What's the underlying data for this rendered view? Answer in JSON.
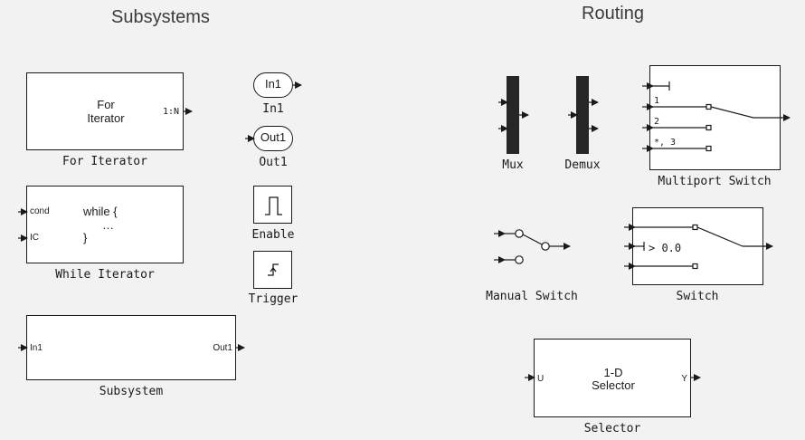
{
  "sections": {
    "subsystems_title": "Subsystems",
    "routing_title": "Routing"
  },
  "blocks": {
    "for_iterator": {
      "line1": "For",
      "line2": "Iterator",
      "port_out": "1:N",
      "label": "For Iterator"
    },
    "in1": {
      "text": "In1",
      "label": "In1"
    },
    "out1": {
      "text": "Out1",
      "label": "Out1"
    },
    "enable": {
      "label": "Enable"
    },
    "trigger": {
      "label": "Trigger"
    },
    "while_iterator": {
      "port_cond": "cond",
      "port_ic": "IC",
      "code1": "while {",
      "code2": "…",
      "code3": "}",
      "label": "While Iterator"
    },
    "subsystem": {
      "port_in": "In1",
      "port_out": "Out1",
      "label": "Subsystem"
    },
    "mux": {
      "label": "Mux"
    },
    "demux": {
      "label": "Demux"
    },
    "multiport_switch": {
      "port1": "1",
      "port2": "2",
      "port3": "*, 3",
      "label": "Multiport Switch"
    },
    "manual_switch": {
      "label": "Manual Switch"
    },
    "switch": {
      "threshold": "> 0.0",
      "label": "Switch"
    },
    "selector": {
      "line1": "1-D",
      "line2": "Selector",
      "port_in": "U",
      "port_out": "Y",
      "label": "Selector"
    }
  }
}
